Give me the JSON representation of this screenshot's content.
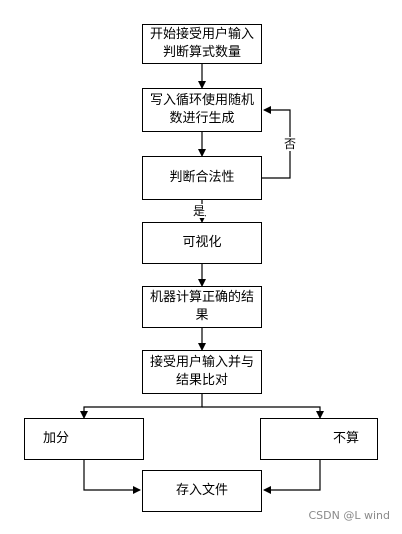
{
  "nodes": {
    "start": "开始接受用户输入判断算式数量",
    "loop": "写入循环使用随机数进行生成",
    "check": "判断合法性",
    "visualize": "可视化",
    "compute": "机器计算正确的结果",
    "answer": "接受用户输入并与结果比对",
    "plus": "加分",
    "noscore": "不算",
    "save": "存入文件"
  },
  "edge_labels": {
    "yes": "是",
    "no": "否"
  },
  "watermark": "CSDN @L wind"
}
